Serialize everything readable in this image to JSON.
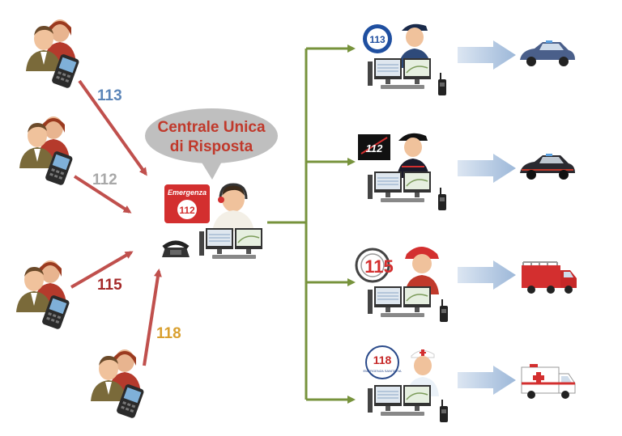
{
  "bubble": {
    "line1": "Centrale Unica",
    "line2": "di Risposta"
  },
  "callers": [
    {
      "number": "113",
      "color": "#5b85b8"
    },
    {
      "number": "112",
      "color": "#a8a8a8"
    },
    {
      "number": "115",
      "color": "#a52a2a"
    },
    {
      "number": "118",
      "color": "#d9a030"
    }
  ],
  "center_badge": {
    "label": "Emergenza",
    "number": "112"
  },
  "services": [
    {
      "badge": "113",
      "icon": "police-officer-icon",
      "vehicle": "police-car-icon"
    },
    {
      "badge": "112",
      "icon": "carabinieri-officer-icon",
      "vehicle": "carabinieri-car-icon"
    },
    {
      "badge": "115",
      "icon": "firefighter-icon",
      "vehicle": "fire-truck-icon"
    },
    {
      "badge": "118",
      "badge_sub": "EMERGENZA SANITARIA",
      "icon": "paramedic-icon",
      "vehicle": "ambulance-icon"
    }
  ],
  "colors": {
    "caller_arrow": "#c0504d",
    "dispatch_line": "#77933c",
    "bubble": "#bfbfbf",
    "bubble_text": "#c0392b",
    "vehicle_arrow": "#b8cce4"
  }
}
